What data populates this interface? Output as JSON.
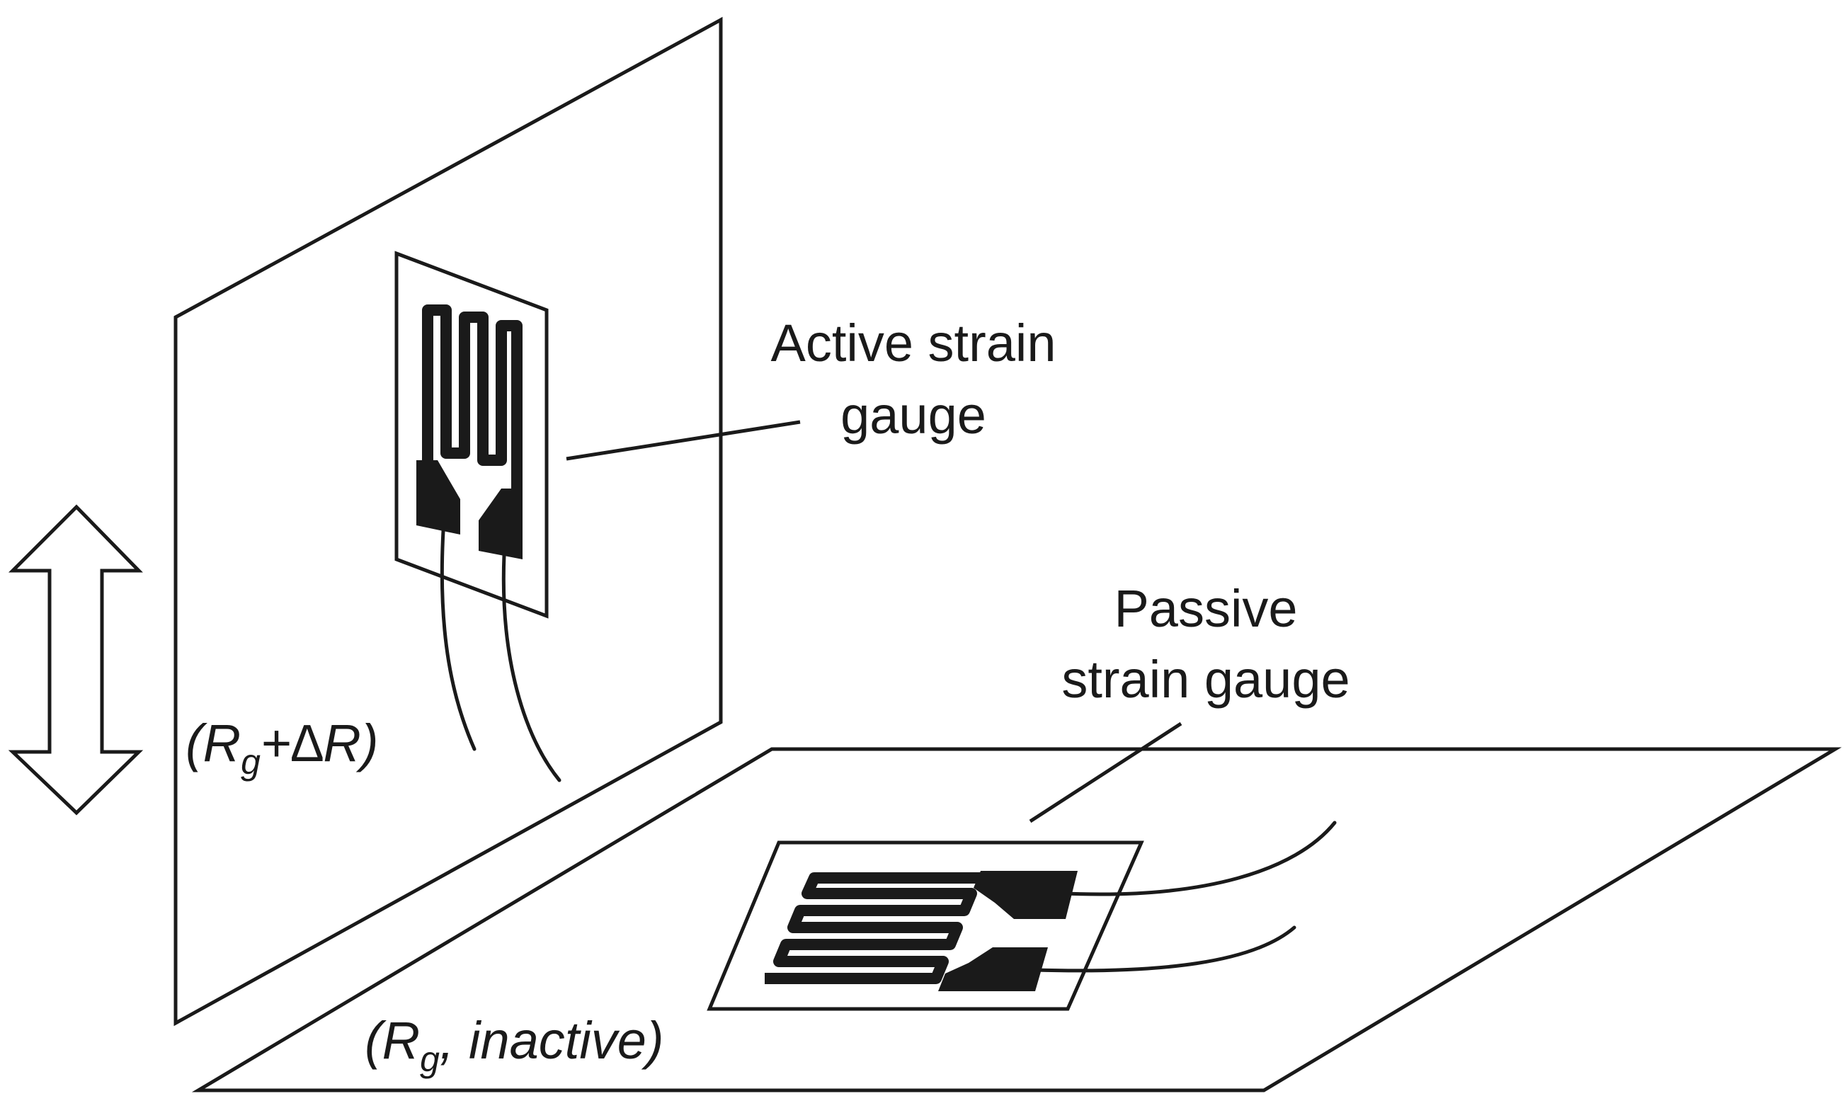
{
  "labels": {
    "active_line1": "Active strain",
    "active_line2": "gauge",
    "passive_line1": "Passive",
    "passive_line2": "strain gauge",
    "active_resistance_open": "(R",
    "active_resistance_sub": "g",
    "active_resistance_close": "+∆R)",
    "passive_resistance_open": "(R",
    "passive_resistance_sub": "g",
    "passive_resistance_close": ", inactive)"
  },
  "icons": {
    "strain_direction": "double-vertical-arrow-icon"
  },
  "colors": {
    "ink": "#1a1a1a",
    "background": "#ffffff"
  }
}
